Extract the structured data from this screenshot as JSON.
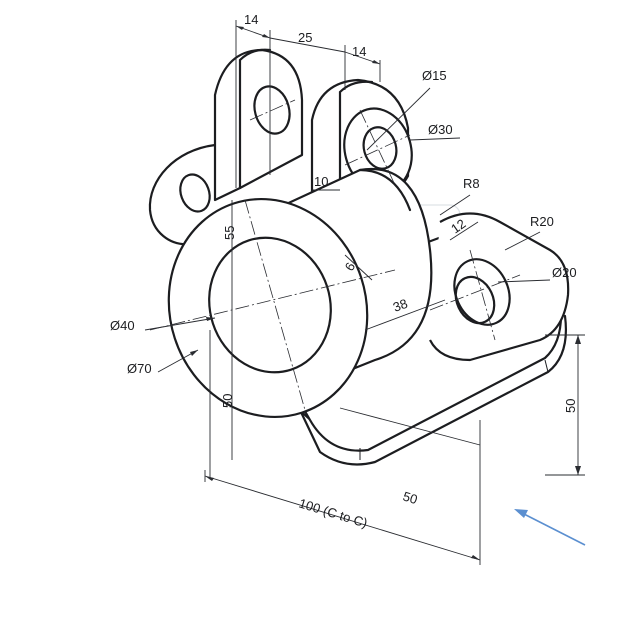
{
  "drawing": {
    "dimensions": [
      {
        "id": "lug_w_left",
        "text": "14"
      },
      {
        "id": "lug_gap",
        "text": "25"
      },
      {
        "id": "lug_w_right",
        "text": "14"
      },
      {
        "id": "lug_hole",
        "text": "Ø15"
      },
      {
        "id": "lug_boss",
        "text": "Ø30"
      },
      {
        "id": "lug_thk",
        "text": "10"
      },
      {
        "id": "fillet",
        "text": "R8"
      },
      {
        "id": "flange_thk",
        "text": "12"
      },
      {
        "id": "ear_radius",
        "text": "R20"
      },
      {
        "id": "ear_hole",
        "text": "Ø20"
      },
      {
        "id": "main_height",
        "text": "55"
      },
      {
        "id": "wall",
        "text": "6"
      },
      {
        "id": "rib_len",
        "text": "38"
      },
      {
        "id": "bore",
        "text": "Ø40"
      },
      {
        "id": "cyl_od",
        "text": "Ø70"
      },
      {
        "id": "base_height",
        "text": "50"
      },
      {
        "id": "right_height",
        "text": "50"
      },
      {
        "id": "centers",
        "text": "100 (C to C)"
      },
      {
        "id": "half_centers",
        "text": "50"
      }
    ],
    "colors": {
      "line": "#1c1d20",
      "watermark": "#dfe3e8",
      "view_arrow": "#5b8fd0"
    }
  }
}
